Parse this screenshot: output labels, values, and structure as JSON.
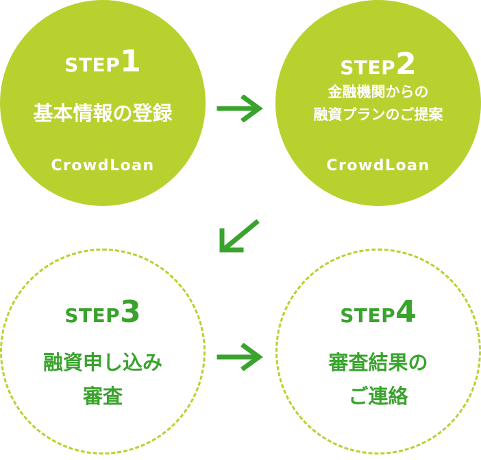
{
  "colors": {
    "accent": "#b9d12e",
    "text_green": "#3aa32e",
    "white": "#ffffff"
  },
  "steps": [
    {
      "word": "STEP",
      "num": "1",
      "lines": [
        "基本情報の登録"
      ],
      "brand": "CrowdLoan"
    },
    {
      "word": "STEP",
      "num": "2",
      "lines": [
        "金融機関からの",
        "融資プランのご提案"
      ],
      "brand": "CrowdLoan"
    },
    {
      "word": "STEP",
      "num": "3",
      "lines": [
        "融資申し込み",
        "審査"
      ]
    },
    {
      "word": "STEP",
      "num": "4",
      "lines": [
        "審査結果の",
        "ご連絡"
      ]
    }
  ],
  "arrows": {
    "1_to_2": "arrow-right-icon",
    "2_to_3": "arrow-down-left-icon",
    "3_to_4": "arrow-right-icon"
  }
}
